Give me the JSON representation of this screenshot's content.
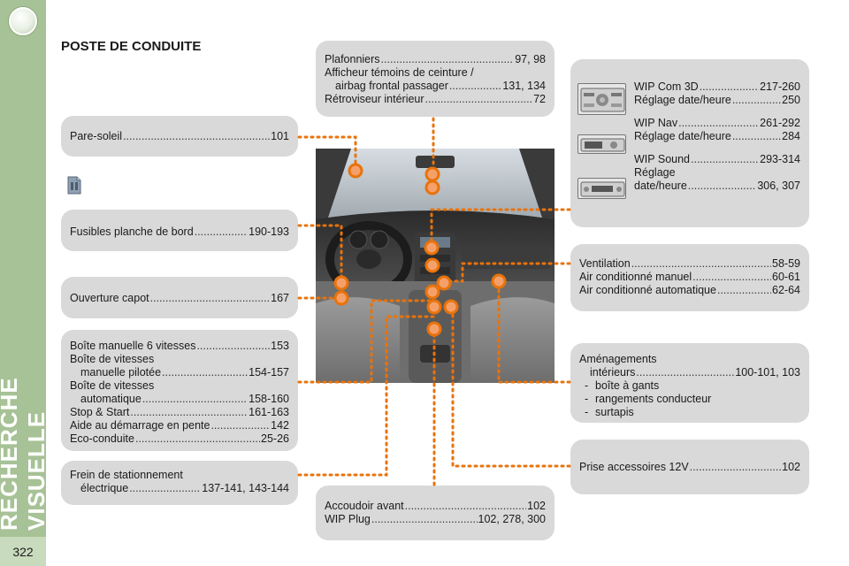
{
  "page": {
    "title": "POSTE DE CONDUITE",
    "sidebar_title": "RECHERCHE VISUELLE",
    "page_number": "322"
  },
  "boxes": {
    "plafonniers": [
      {
        "label": "Plafonniers",
        "page": "97, 98"
      },
      {
        "label": "Afficheur témoins de ceinture /",
        "page": ""
      },
      {
        "label": "airbag frontal passager",
        "page": "131, 134",
        "indent": true
      },
      {
        "label": "Rétroviseur intérieur",
        "page": "72"
      }
    ],
    "pare_soleil": [
      {
        "label": "Pare-soleil",
        "page": "101"
      }
    ],
    "fusibles": [
      {
        "label": "Fusibles planche de bord",
        "page": "190-193"
      }
    ],
    "capot": [
      {
        "label": "Ouverture capot",
        "page": "167"
      }
    ],
    "boites": [
      {
        "label": "Boîte manuelle 6 vitesses",
        "page": "153"
      },
      {
        "label": "Boîte de vitesses",
        "page": ""
      },
      {
        "label": "manuelle pilotée",
        "page": "154-157",
        "indent": true
      },
      {
        "label": "Boîte de vitesses",
        "page": ""
      },
      {
        "label": "automatique",
        "page": "158-160",
        "indent": true
      },
      {
        "label": "Stop & Start",
        "page": "161-163"
      },
      {
        "label": "Aide au démarrage en pente",
        "page": "142"
      },
      {
        "label": "Eco-conduite",
        "page": "25-26"
      }
    ],
    "frein": [
      {
        "label": "Frein de stationnement",
        "page": ""
      },
      {
        "label": "électrique",
        "page": "137-141, 143-144",
        "indent": true
      }
    ],
    "accoudoir": [
      {
        "label": "Accoudoir avant",
        "page": "102"
      },
      {
        "label": "WIP Plug",
        "page": "102, 278, 300"
      }
    ],
    "wip": [
      {
        "label": "WIP Com 3D",
        "page": "217-260"
      },
      {
        "label": "Réglage date/heure",
        "page": "250"
      },
      {
        "label": "WIP Nav",
        "page": "261-292"
      },
      {
        "label": "Réglage date/heure",
        "page": "284"
      },
      {
        "label": "WIP Sound",
        "page": "293-314"
      },
      {
        "label": "Réglage",
        "page": ""
      },
      {
        "label": "date/heure",
        "page": "306, 307"
      }
    ],
    "ventilation": [
      {
        "label": "Ventilation",
        "page": "58-59"
      },
      {
        "label": "Air conditionné manuel",
        "page": "60-61"
      },
      {
        "label": "Air conditionné automatique",
        "page": "62-64"
      }
    ],
    "amenagements": {
      "line1": "Aménagements",
      "line2_label": "intérieurs",
      "line2_page": "100-101, 103",
      "bullets": [
        "boîte à gants",
        "rangements conducteur",
        "surtapis"
      ]
    },
    "prise": [
      {
        "label": "Prise accessoires 12V",
        "page": "102"
      }
    ]
  },
  "colors": {
    "sidebar": "#a7c296",
    "box": "#d9d9d9",
    "marker": "#e8730c",
    "leader": "#e8730c"
  }
}
